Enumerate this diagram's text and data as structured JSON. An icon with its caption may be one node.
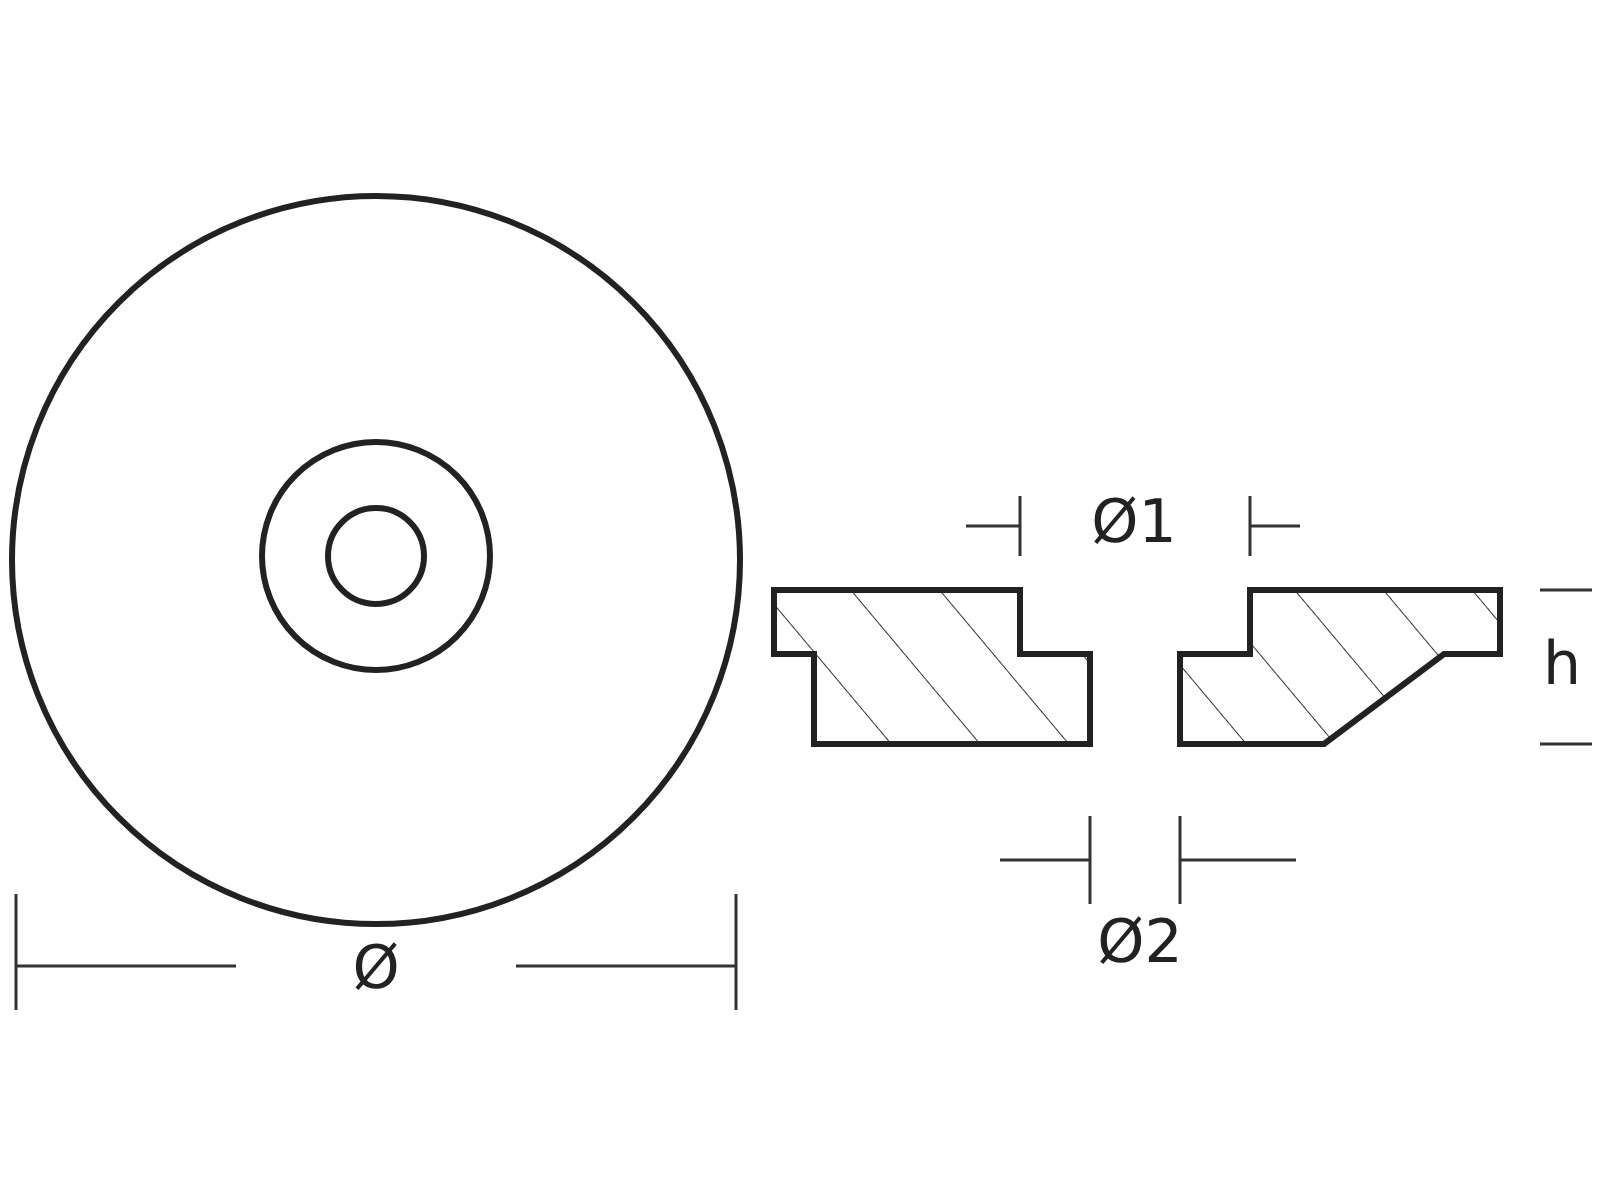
{
  "diagram": {
    "labels": [
      "Ø1",
      "h",
      "Ø2",
      "Ø"
    ]
  }
}
